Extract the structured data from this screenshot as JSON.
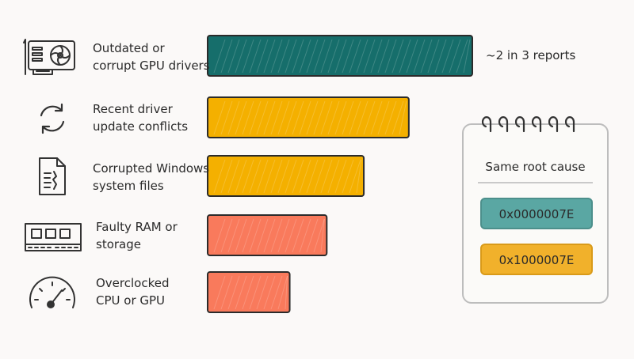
{
  "chart_data": {
    "type": "bar",
    "orientation": "horizontal",
    "categories": [
      "Outdated or\ncorrupt GPU drivers",
      "Recent driver\nupdate conflicts",
      "Corrupted Windows\nsystem files",
      "Faulty RAM or\nstorage",
      "Overclocked\nCPU or GPU"
    ],
    "values": [
      100,
      76,
      59,
      45,
      31
    ],
    "colors": [
      "#166e6b",
      "#f4b000",
      "#f4b000",
      "#f97a5c",
      "#f97a5c"
    ],
    "icons": [
      "gpu-card-icon",
      "refresh-icon",
      "document-icon",
      "ram-module-icon",
      "speedometer-icon"
    ],
    "annotations": [
      {
        "index": 0,
        "text": "~2 in 3 reports"
      }
    ],
    "xlim": [
      0,
      100
    ],
    "title": "",
    "xlabel": "",
    "ylabel": "",
    "grid": false,
    "legend": "none"
  },
  "sidebar_note": {
    "title": "Same root cause",
    "codes": [
      {
        "text": "0x0000007E",
        "color": "#5aa7a3"
      },
      {
        "text": "0x1000007E",
        "color": "#f1b12b"
      }
    ]
  }
}
